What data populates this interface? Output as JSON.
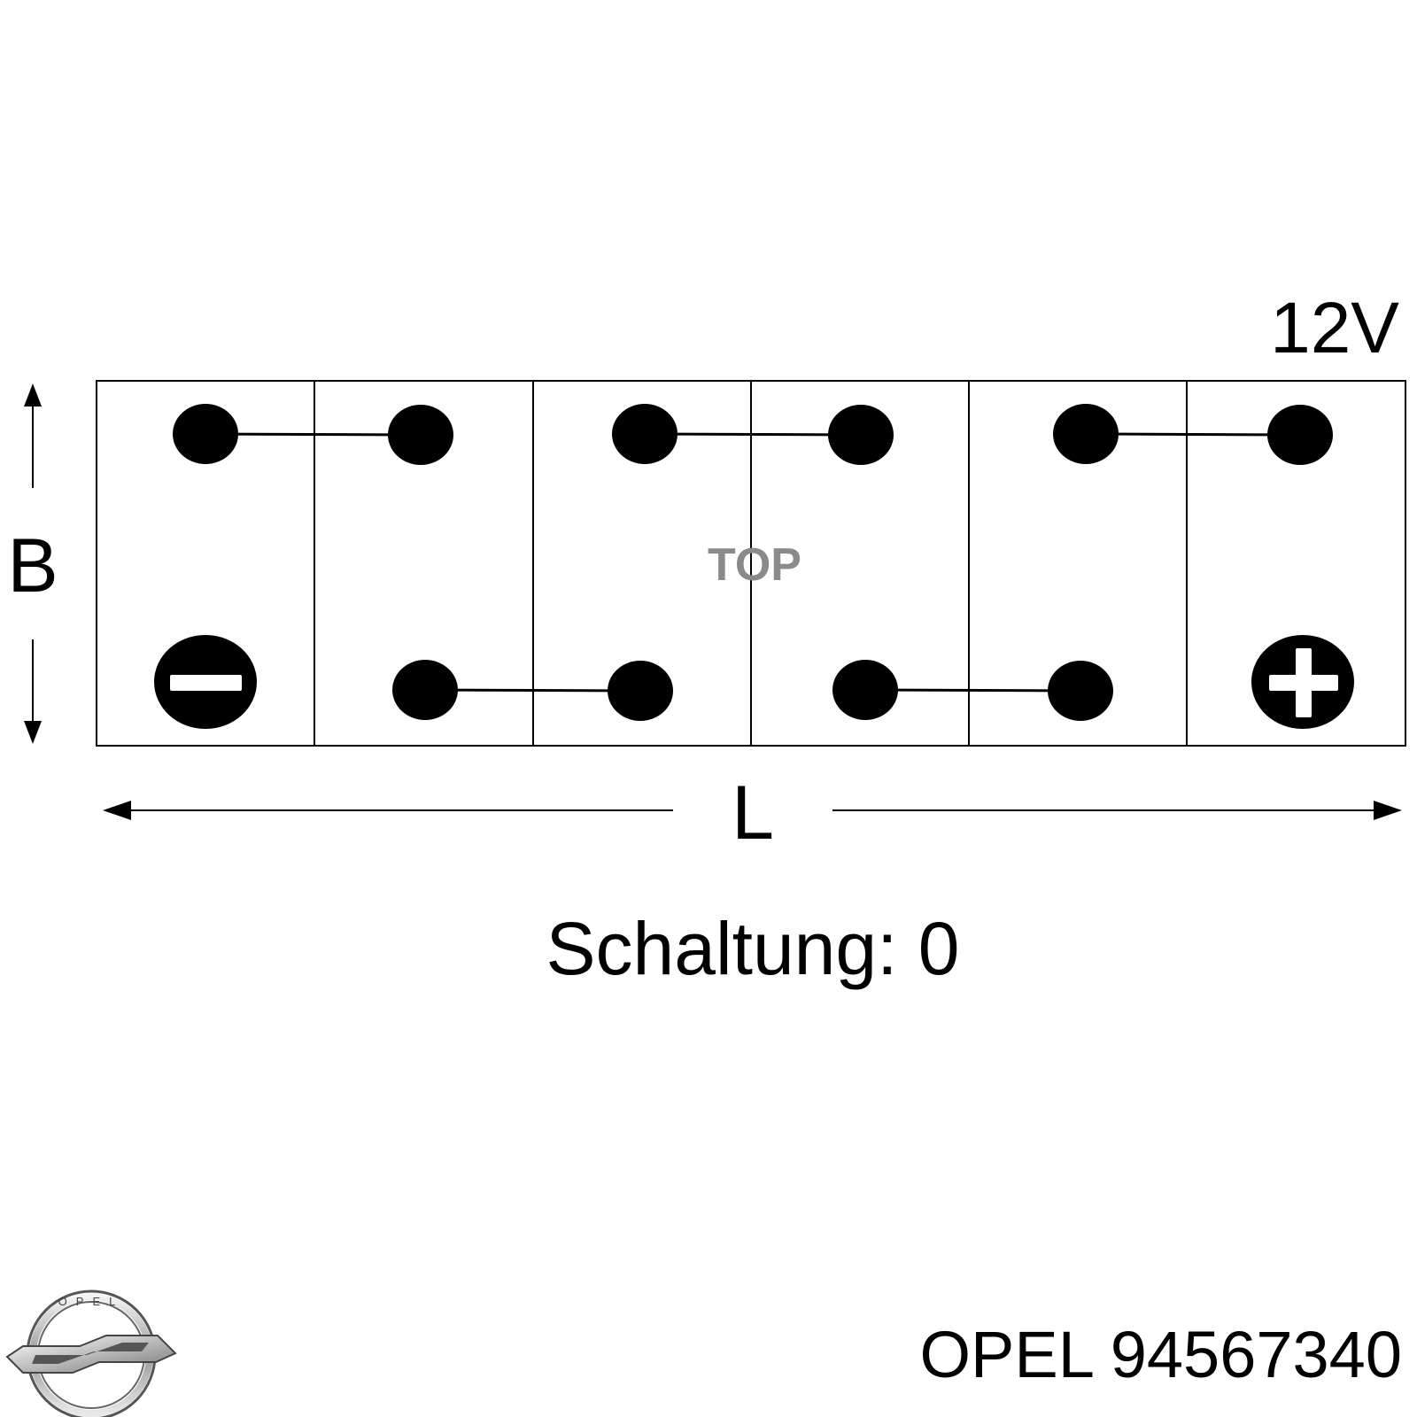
{
  "voltage_label": "12V",
  "width_label": "B",
  "length_label": "L",
  "top_label": "TOP",
  "circuit_label": "Schaltung: 0",
  "brand_part": "OPEL 94567340",
  "logo": {
    "icon": "opel-logo",
    "ring_text": "OPEL"
  },
  "terminals": {
    "negative": "minus-terminal",
    "positive": "plus-terminal"
  },
  "cells": 6,
  "colors": {
    "ink": "#000000",
    "top_label": "#8a8a8a",
    "background": "#ffffff"
  }
}
